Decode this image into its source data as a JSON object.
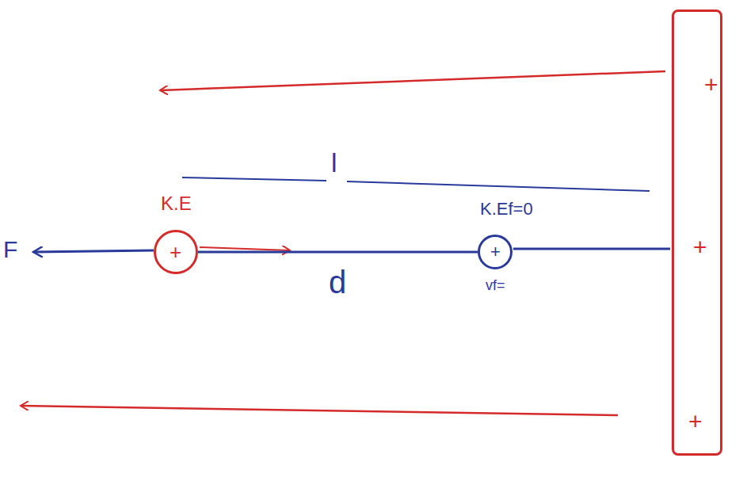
{
  "diagram": {
    "nodes": [
      {
        "text": [
          "K.E",
          "+"
        ]
      },
      {
        "text": [
          "K.Ef=0",
          "+",
          "vf="
        ]
      },
      {
        "text": [
          "+",
          "+",
          "+"
        ]
      }
    ],
    "edges": [
      {
        "from": 0,
        "to": 1,
        "arrow": "none",
        "label": "d"
      }
    ],
    "labels": [
      "F",
      "l"
    ]
  }
}
